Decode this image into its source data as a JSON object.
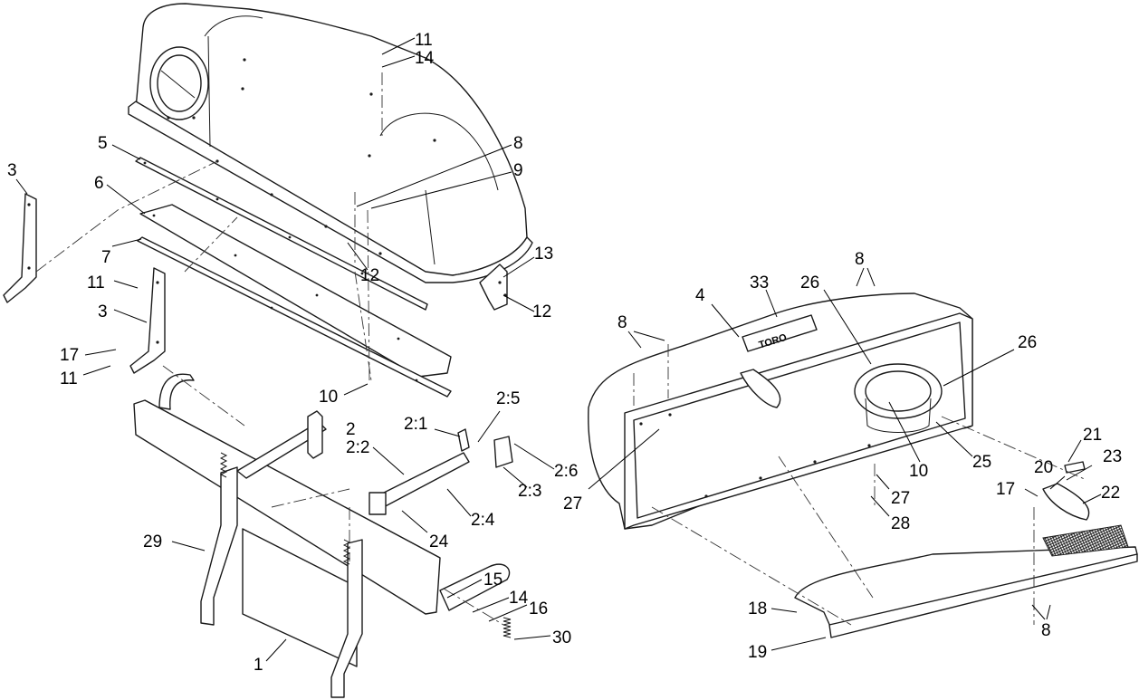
{
  "callouts": [
    {
      "id": "c1",
      "text": "11"
    },
    {
      "id": "c2",
      "text": "14"
    },
    {
      "id": "c3",
      "text": "8"
    },
    {
      "id": "c4",
      "text": "9"
    },
    {
      "id": "c5",
      "text": "5"
    },
    {
      "id": "c6",
      "text": "3"
    },
    {
      "id": "c7",
      "text": "6"
    },
    {
      "id": "c8",
      "text": "7"
    },
    {
      "id": "c9",
      "text": "12"
    },
    {
      "id": "c10",
      "text": "13"
    },
    {
      "id": "c11",
      "text": "12"
    },
    {
      "id": "c12",
      "text": "11"
    },
    {
      "id": "c13",
      "text": "3"
    },
    {
      "id": "c14",
      "text": "17"
    },
    {
      "id": "c15",
      "text": "11"
    },
    {
      "id": "c16",
      "text": "10"
    },
    {
      "id": "c17",
      "text": "2:5"
    },
    {
      "id": "c18",
      "text": "2:1"
    },
    {
      "id": "c19",
      "text": "2"
    },
    {
      "id": "c20",
      "text": "2:2"
    },
    {
      "id": "c21",
      "text": "2:6"
    },
    {
      "id": "c22",
      "text": "2:3"
    },
    {
      "id": "c23",
      "text": "2:4"
    },
    {
      "id": "c24",
      "text": "24"
    },
    {
      "id": "c25",
      "text": "29"
    },
    {
      "id": "c26",
      "text": "15"
    },
    {
      "id": "c27",
      "text": "14"
    },
    {
      "id": "c28",
      "text": "16"
    },
    {
      "id": "c29",
      "text": "30"
    },
    {
      "id": "c30",
      "text": "1"
    },
    {
      "id": "c31",
      "text": "4"
    },
    {
      "id": "c32",
      "text": "33"
    },
    {
      "id": "c33",
      "text": "26"
    },
    {
      "id": "c34",
      "text": "8"
    },
    {
      "id": "c35",
      "text": "8"
    },
    {
      "id": "c36",
      "text": "26"
    },
    {
      "id": "c37",
      "text": "10"
    },
    {
      "id": "c38",
      "text": "25"
    },
    {
      "id": "c39",
      "text": "27"
    },
    {
      "id": "c40",
      "text": "27"
    },
    {
      "id": "c41",
      "text": "28"
    },
    {
      "id": "c42",
      "text": "21"
    },
    {
      "id": "c43",
      "text": "23"
    },
    {
      "id": "c44",
      "text": "20"
    },
    {
      "id": "c45",
      "text": "17"
    },
    {
      "id": "c46",
      "text": "22"
    },
    {
      "id": "c47",
      "text": "18"
    },
    {
      "id": "c48",
      "text": "19"
    },
    {
      "id": "c49",
      "text": "8"
    }
  ],
  "emblem_text": "TORO"
}
